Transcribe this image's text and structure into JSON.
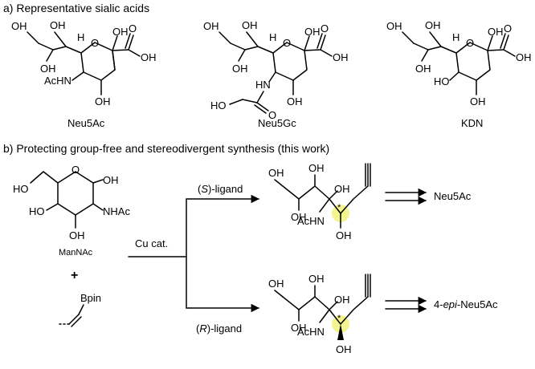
{
  "section_a": {
    "title": "a) Representative sialic acids",
    "compounds": [
      {
        "name": "Neu5Ac",
        "labels": [
          "OH",
          "OH",
          "H",
          "OH",
          "O",
          "OH",
          "O",
          "AcHN",
          "OH",
          "OH"
        ]
      },
      {
        "name": "Neu5Gc",
        "labels": [
          "OH",
          "OH",
          "H",
          "OH",
          "O",
          "OH",
          "O",
          "HN",
          "O",
          "HO",
          "OH",
          "OH"
        ]
      },
      {
        "name": "KDN",
        "labels": [
          "OH",
          "OH",
          "H",
          "OH",
          "O",
          "OH",
          "O",
          "HO",
          "OH",
          "OH"
        ]
      }
    ]
  },
  "section_b": {
    "title": "b) Protecting group-free and stereodivergent synthesis (this work)",
    "start": {
      "name": "ManNAc",
      "labels": [
        "HO",
        "O",
        "OH",
        "HO",
        "NHAc",
        "OH"
      ]
    },
    "plus": "+",
    "reagent": {
      "label": "Bpin"
    },
    "catalyst": "Cu cat.",
    "top_branch": {
      "ligand_open": "(",
      "ligand_s": "S",
      "ligand_rest": ")-ligand",
      "labels": [
        "OH",
        "OH",
        "OH",
        "AcHN",
        "OH",
        "OH"
      ],
      "star": "*",
      "product": "Neu5Ac"
    },
    "bottom_branch": {
      "ligand_open": "(",
      "ligand_r": "R",
      "ligand_rest": ")-ligand",
      "labels": [
        "OH",
        "OH",
        "OH",
        "AcHN",
        "OH",
        "OH"
      ],
      "star": "*",
      "product_prefix": "4-",
      "product_epi": "epi",
      "product_suffix": "-Neu5Ac"
    }
  }
}
